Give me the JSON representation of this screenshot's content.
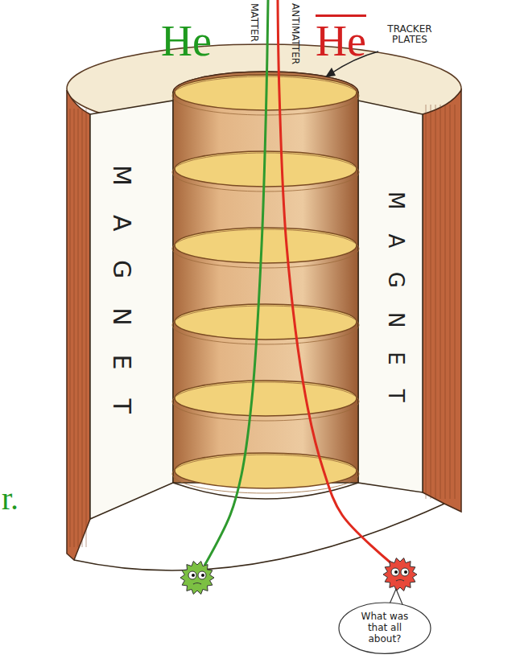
{
  "diagram": {
    "nodes": [
      {
        "text": [
          "What was that all about?"
        ]
      }
    ],
    "labels": [
      "He",
      "He",
      "MATTER",
      "ANTIMATTER",
      "TRACKER PLATES",
      "MAGNET",
      "MAGNET",
      "r."
    ]
  }
}
